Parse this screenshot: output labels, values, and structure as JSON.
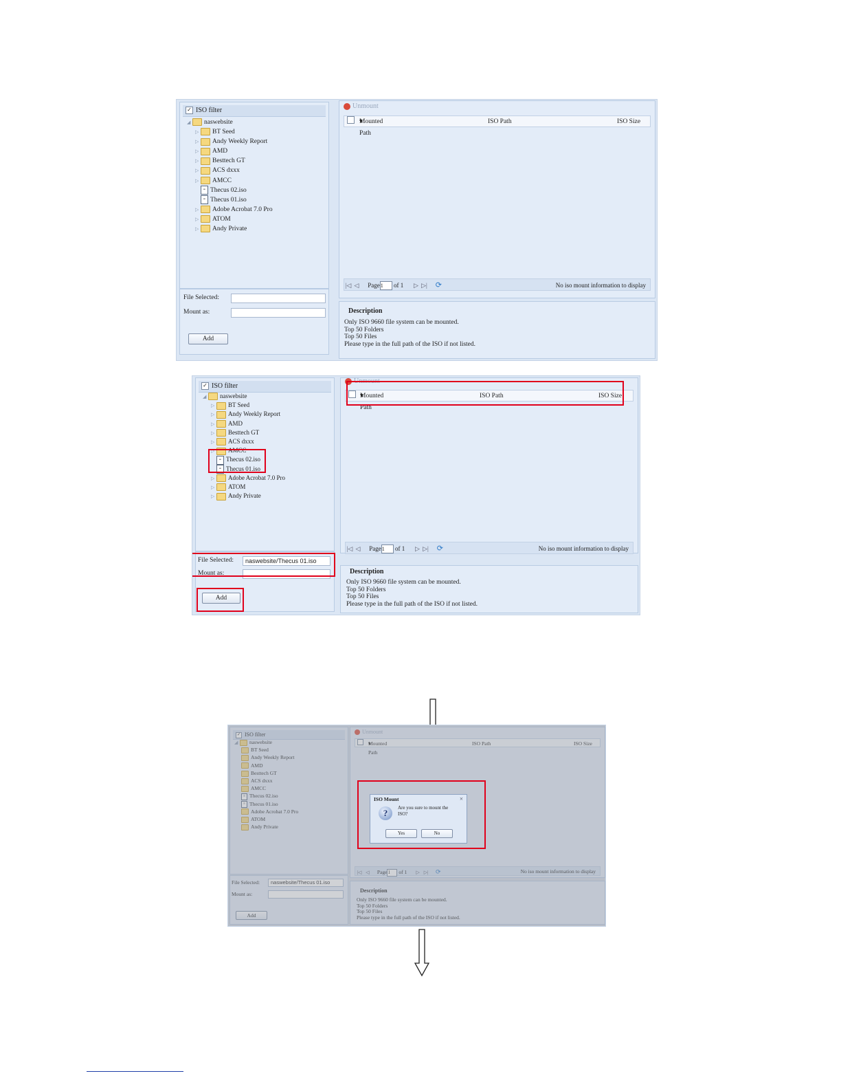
{
  "tree": {
    "header": "ISO filter",
    "root": "naswebsite",
    "items": [
      {
        "label": "BT Seed",
        "type": "folder"
      },
      {
        "label": "Andy Weekly Report",
        "type": "folder"
      },
      {
        "label": "AMD",
        "type": "folder"
      },
      {
        "label": "Besttech GT",
        "type": "folder"
      },
      {
        "label": "ACS dxxx",
        "type": "folder"
      },
      {
        "label": "AMCC",
        "type": "folder"
      },
      {
        "label": "Thecus 02.iso",
        "type": "iso"
      },
      {
        "label": "Thecus 01.iso",
        "type": "iso"
      },
      {
        "label": "Adobe Acrobat 7.0 Pro",
        "type": "folder"
      },
      {
        "label": "ATOM",
        "type": "folder"
      },
      {
        "label": "Andy Private",
        "type": "folder"
      }
    ]
  },
  "toolbar": {
    "unmount_label": "Unmount"
  },
  "grid": {
    "col_mounted": "Mounted Path",
    "col_path": "ISO Path",
    "col_size": "ISO Size"
  },
  "pager": {
    "page_label": "Page",
    "page_value": "1",
    "of_label": "of 1",
    "empty_msg": "No iso mount information to display"
  },
  "form": {
    "file_selected_label": "File Selected:",
    "mount_as_label": "Mount as:",
    "file_selected_value_2": "naswebsite/Thecus 01.iso",
    "file_selected_value_3": "naswebsite/Thecus 01.iso",
    "add_label": "Add"
  },
  "description": {
    "title": "Description",
    "lines": [
      "Only ISO 9660 file system can be mounted.",
      "Top 50 Folders",
      "Top 50 Files",
      "Please type in the full path of the ISO if not listed."
    ]
  },
  "dialog": {
    "title": "ISO Mount",
    "message": "Are you sure to mount the ISO?",
    "yes_label": "Yes",
    "no_label": "No"
  }
}
